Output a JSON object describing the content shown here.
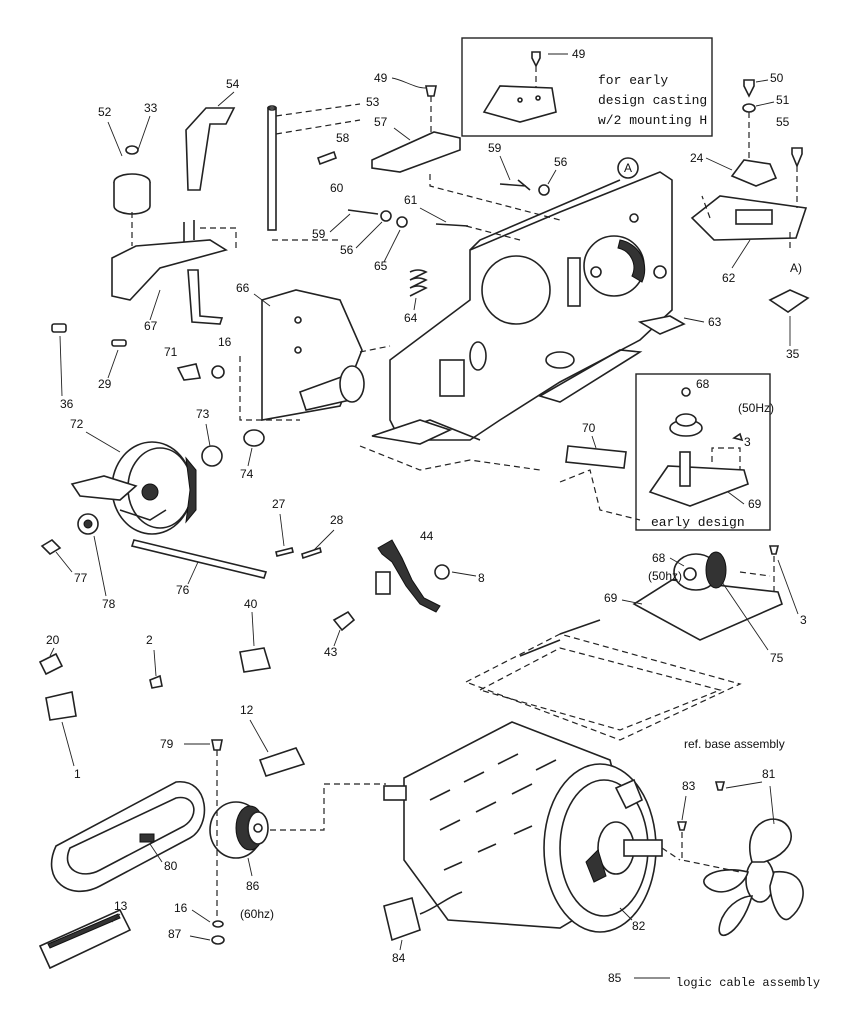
{
  "callouts": {
    "p1": "1",
    "p2": "2",
    "p3": "3",
    "p3b": "3",
    "p8": "8",
    "p12": "12",
    "p13": "13",
    "p16a": "16",
    "p16b": "16",
    "p20": "20",
    "p24": "24",
    "p27": "27",
    "p28": "28",
    "p29": "29",
    "p33": "33",
    "p35": "35",
    "p36": "36",
    "p40": "40",
    "p43": "43",
    "p44": "44",
    "p49a": "49",
    "p49b": "49",
    "p50": "50",
    "p51": "51",
    "p52": "52",
    "p53": "53",
    "p54": "54",
    "p55": "55",
    "p56a": "56",
    "p56b": "56",
    "p57": "57",
    "p58": "58",
    "p59a": "59",
    "p59b": "59",
    "p60": "60",
    "p61": "61",
    "p62": "62",
    "p63": "63",
    "p64": "64",
    "p65": "65",
    "p66": "66",
    "p67": "67",
    "p68a": "68",
    "p68b": "68",
    "p69a": "69",
    "p69b": "69",
    "p70": "70",
    "p71": "71",
    "p72": "72",
    "p73": "73",
    "p74": "74",
    "p75": "75",
    "p76": "76",
    "p77": "77",
    "p78": "78",
    "p79": "79",
    "p80": "80",
    "p81": "81",
    "p82": "82",
    "p83": "83",
    "p84": "84",
    "p85": "85",
    "p86": "86",
    "p87": "87",
    "markerA1": "A",
    "markerA2": "A)"
  },
  "notes": {
    "early_casting_line1": "for early",
    "early_casting_line2": "design casting",
    "early_casting_line3": "w/2 mounting H",
    "freq_50hz_box": "(50Hz)",
    "freq_50hz": "(50hz)",
    "freq_60hz": "(60hz)",
    "early_design": "early design",
    "base_assembly": "ref. base assembly",
    "logic_cable": "logic cable assembly"
  }
}
